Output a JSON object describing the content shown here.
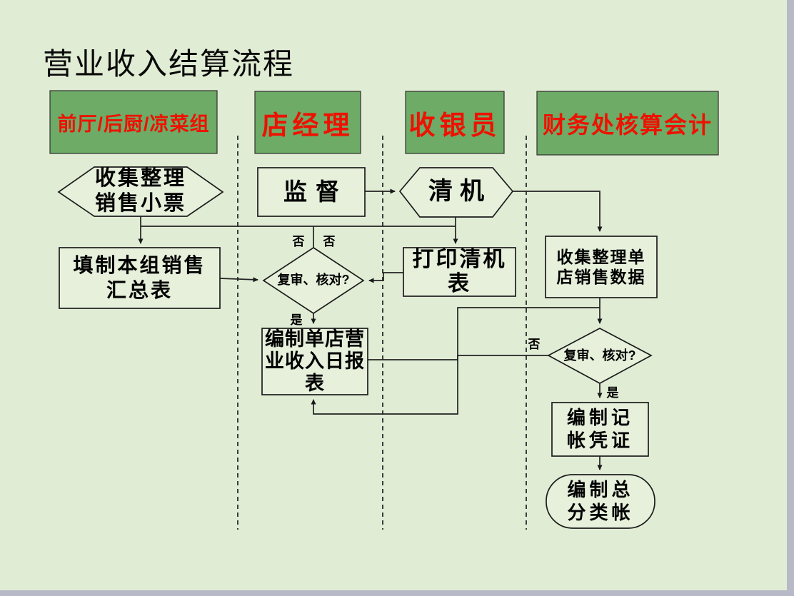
{
  "slide": {
    "title": "营业收入结算流程"
  },
  "lane_headers": [
    {
      "label": "前厅/后厨/凉菜组"
    },
    {
      "label": "店经理"
    },
    {
      "label": "收银员"
    },
    {
      "label": "财务处核算会计"
    }
  ],
  "nodes": {
    "collect_tickets": {
      "shape": "hexagon",
      "lines": [
        "收集整理",
        "销售小票"
      ]
    },
    "fill_group_summary": {
      "shape": "rect",
      "lines": [
        "填制本组销售",
        "汇总表"
      ]
    },
    "supervise": {
      "shape": "rect",
      "lines": [
        "监督"
      ]
    },
    "manager_review": {
      "shape": "diamond",
      "lines": [
        "复审、核对?"
      ]
    },
    "daily_report": {
      "shape": "rect",
      "lines": [
        "编制单店营",
        "业收入日报",
        "表"
      ]
    },
    "clear_machine": {
      "shape": "hexagon",
      "lines": [
        "清机"
      ]
    },
    "print_clear_sheet": {
      "shape": "rect",
      "lines": [
        "打印清机",
        "表"
      ]
    },
    "collect_store_sales": {
      "shape": "rect",
      "lines": [
        "收集整理单",
        "店销售数据"
      ]
    },
    "finance_review": {
      "shape": "diamond",
      "lines": [
        "复审、核对?"
      ]
    },
    "make_voucher": {
      "shape": "rect",
      "lines": [
        "编制记",
        "帐凭证"
      ]
    },
    "general_ledger": {
      "shape": "stadium",
      "lines": [
        "编制总",
        "分类帐"
      ]
    }
  },
  "edge_labels": {
    "manager_no_left": "否",
    "manager_no_right": "否",
    "manager_yes": "是",
    "finance_no": "否",
    "finance_yes": "是"
  },
  "colors": {
    "background": "#e1ecd5",
    "header_fill": "#6dab67",
    "header_text": "#ee1100",
    "shape_fill": "#e6f0db",
    "line": "#222222",
    "text": "#000000",
    "window_edge": "#b7bac6"
  }
}
